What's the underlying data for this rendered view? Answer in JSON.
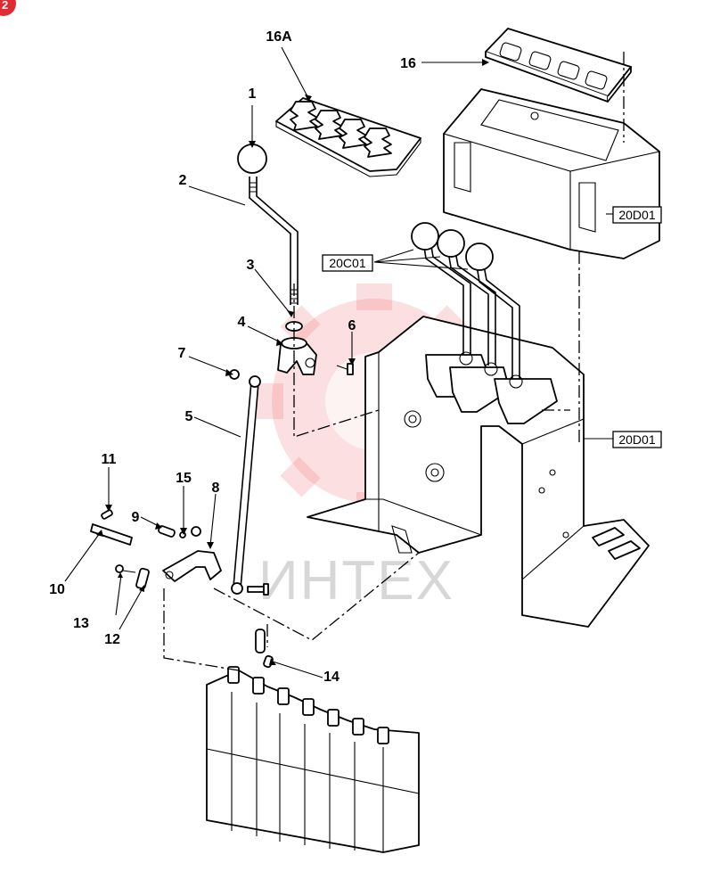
{
  "badge": {
    "text": "2",
    "color": "#e12b30"
  },
  "watermark": {
    "text": "ИНТЕХ",
    "color": "#e9262b"
  },
  "callouts": [
    {
      "id": "c1",
      "label": "1"
    },
    {
      "id": "c2",
      "label": "2"
    },
    {
      "id": "c3",
      "label": "3"
    },
    {
      "id": "c4",
      "label": "4"
    },
    {
      "id": "c5",
      "label": "5"
    },
    {
      "id": "c6",
      "label": "6"
    },
    {
      "id": "c7",
      "label": "7"
    },
    {
      "id": "c8",
      "label": "8"
    },
    {
      "id": "c9",
      "label": "9"
    },
    {
      "id": "c10",
      "label": "10"
    },
    {
      "id": "c11",
      "label": "11"
    },
    {
      "id": "c12",
      "label": "12"
    },
    {
      "id": "c13",
      "label": "13"
    },
    {
      "id": "c14",
      "label": "14"
    },
    {
      "id": "c15",
      "label": "15"
    },
    {
      "id": "c16",
      "label": "16"
    },
    {
      "id": "c16a",
      "label": "16A"
    }
  ],
  "references": [
    {
      "id": "r1",
      "label": "20D01"
    },
    {
      "id": "r2",
      "label": "20C01"
    },
    {
      "id": "r3",
      "label": "20D01"
    }
  ]
}
